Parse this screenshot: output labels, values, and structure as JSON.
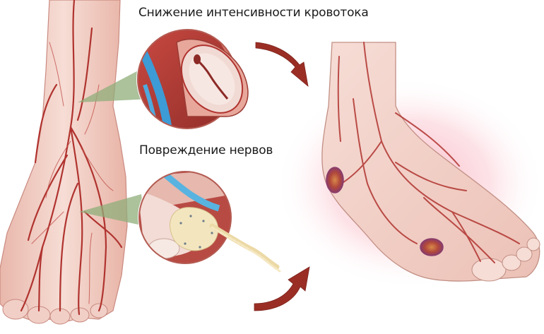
{
  "diagram": {
    "language": "ru",
    "labels": {
      "reduced_blood_flow": "Снижение интенсивности кровотока",
      "nerve_damage": "Повреждение нервов"
    },
    "panels": [
      {
        "id": "healthy-foot",
        "description": "Foot with vascular network (arteries shown red)"
      },
      {
        "id": "artery-inset",
        "description": "Cross-section of artery with narrowed lumen"
      },
      {
        "id": "nerve-inset",
        "description": "Damaged nerve fiber fraying out of sheath"
      },
      {
        "id": "diabetic-foot",
        "description": "Foot with ulcers and inflamed glow"
      }
    ],
    "arrows": [
      {
        "id": "arrow-top",
        "direction": "down-right",
        "from": "artery-inset",
        "to": "diabetic-foot"
      },
      {
        "id": "arrow-bottom",
        "direction": "up-right",
        "from": "nerve-inset",
        "to": "diabetic-foot"
      }
    ],
    "ulcers": [
      {
        "id": "ulcer-heel-side",
        "location": "medial ankle"
      },
      {
        "id": "ulcer-toe-base",
        "location": "base of big toe"
      }
    ],
    "colors": {
      "artery": "#b0332f",
      "vein": "#3d9bd6",
      "skin": "#f3d6cf",
      "arrow": "#9a2e25",
      "nerve": "#f0e2b8",
      "inflammation_glow": "#f2a2b0",
      "pointer": "#8fae7a"
    }
  }
}
